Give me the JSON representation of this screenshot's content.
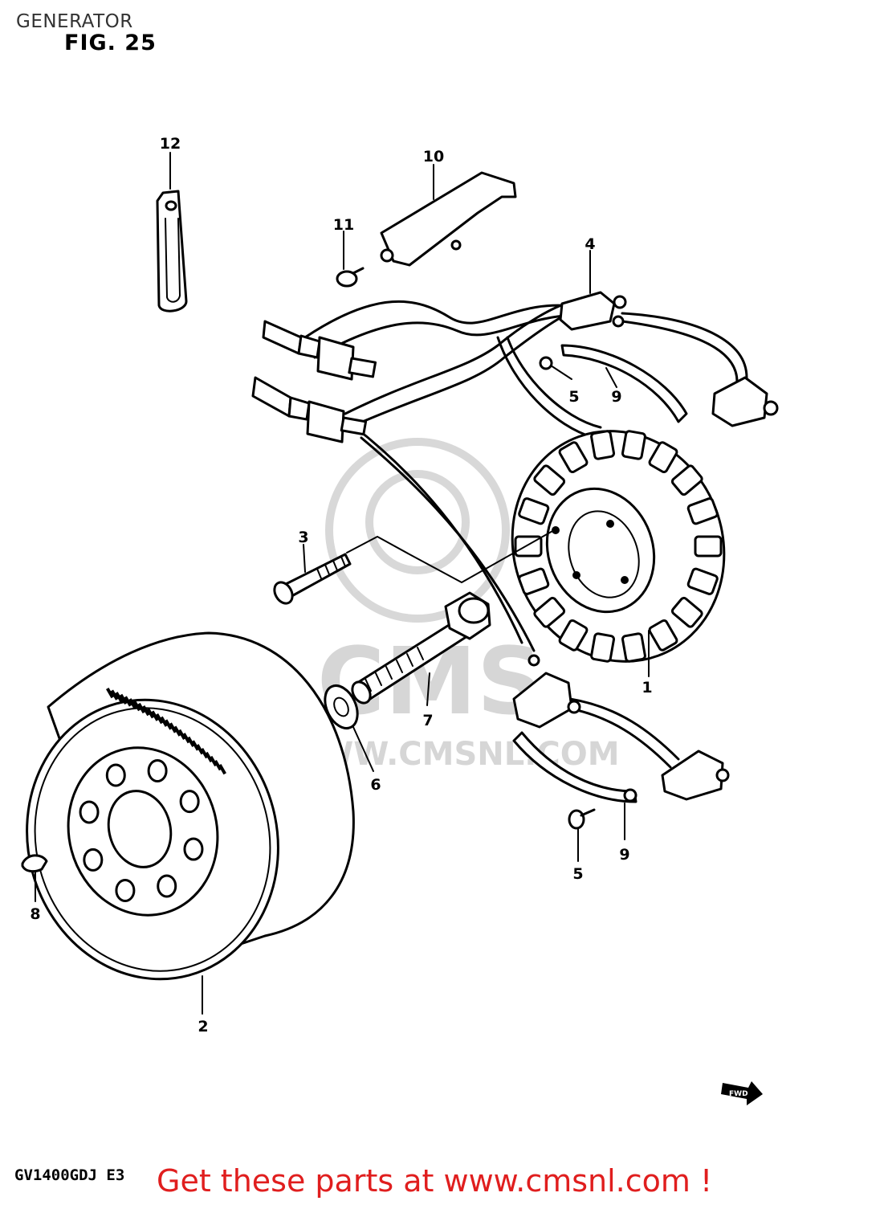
{
  "header": {
    "title": "GENERATOR",
    "figure": "FIG. 25"
  },
  "watermark": {
    "logo_text": "CMS",
    "url_text": "WWW.CMSNL.COM"
  },
  "callouts": [
    "1",
    "2",
    "3",
    "4",
    "5",
    "5",
    "6",
    "7",
    "8",
    "9",
    "9",
    "10",
    "11",
    "12"
  ],
  "direction_badge": "FWD",
  "footer": {
    "model_code": "GV1400GDJ E3",
    "promo_text": "Get these parts at www.cmsnl.com !"
  },
  "colors": {
    "promo": "#e01e1e",
    "watermark": "#d6d6d6",
    "line": "#000000"
  }
}
